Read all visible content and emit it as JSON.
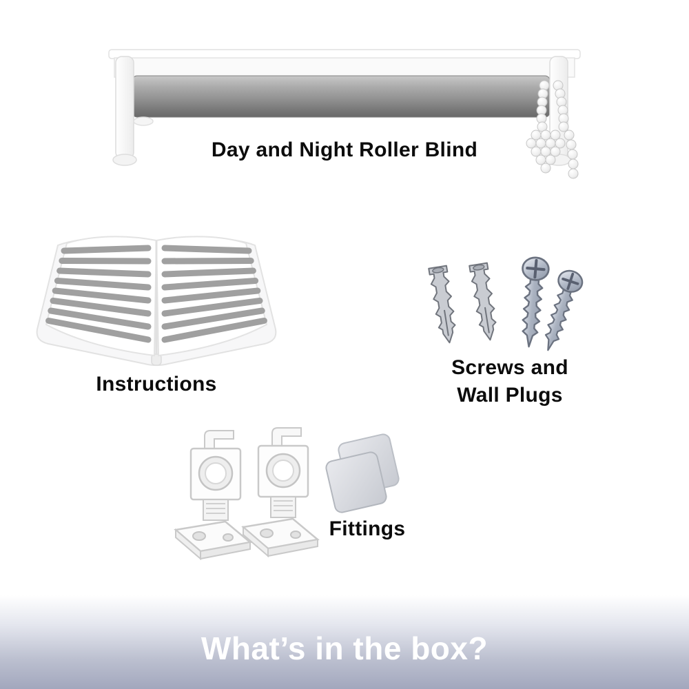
{
  "items": {
    "roller_blind": {
      "label": "Day and Night Roller Blind",
      "icon": "roller-blind-illustration"
    },
    "instructions": {
      "label": "Instructions",
      "icon": "open-instruction-booklet-illustration"
    },
    "screws_wall_plugs": {
      "label_line1": "Screws and",
      "label_line2": "Wall Plugs",
      "icon": "screws-and-wall-plugs-illustration"
    },
    "fittings": {
      "label": "Fittings",
      "icon": "mounting-brackets-and-covers-illustration"
    }
  },
  "banner": {
    "title": "What’s in the box?",
    "text_color": "#ffffff",
    "gradient_top": "#ffffff",
    "gradient_bottom": "#a2a7bd"
  },
  "colors": {
    "background": "#ffffff",
    "label_text": "#0c0c0c",
    "blind_fabric_gray": "#8f8f8f",
    "booklet_stripe_gray": "#a0a0a0",
    "plug_gray": "#c9ccd2",
    "screw_metal": "#aab2c0",
    "cover_gray": "#cfd2d8"
  }
}
